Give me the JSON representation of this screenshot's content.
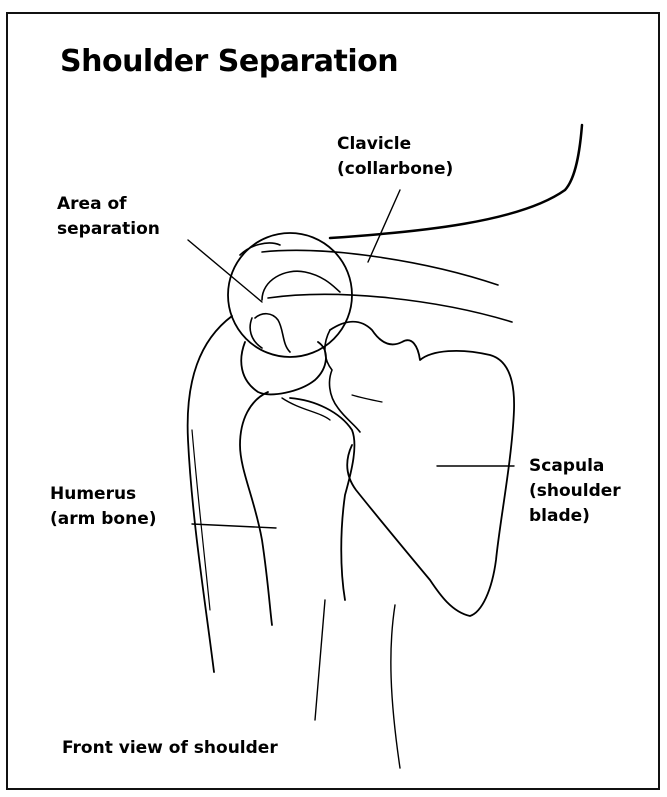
{
  "title": "Shoulder Separation",
  "caption": "Front view of shoulder",
  "labels": {
    "clavicle": [
      "Clavicle",
      "(collarbone)"
    ],
    "separation": [
      "Area of",
      "separation"
    ],
    "humerus": [
      "Humerus",
      "(arm bone)"
    ],
    "scapula": [
      "Scapula",
      "(shoulder",
      "blade)"
    ]
  }
}
